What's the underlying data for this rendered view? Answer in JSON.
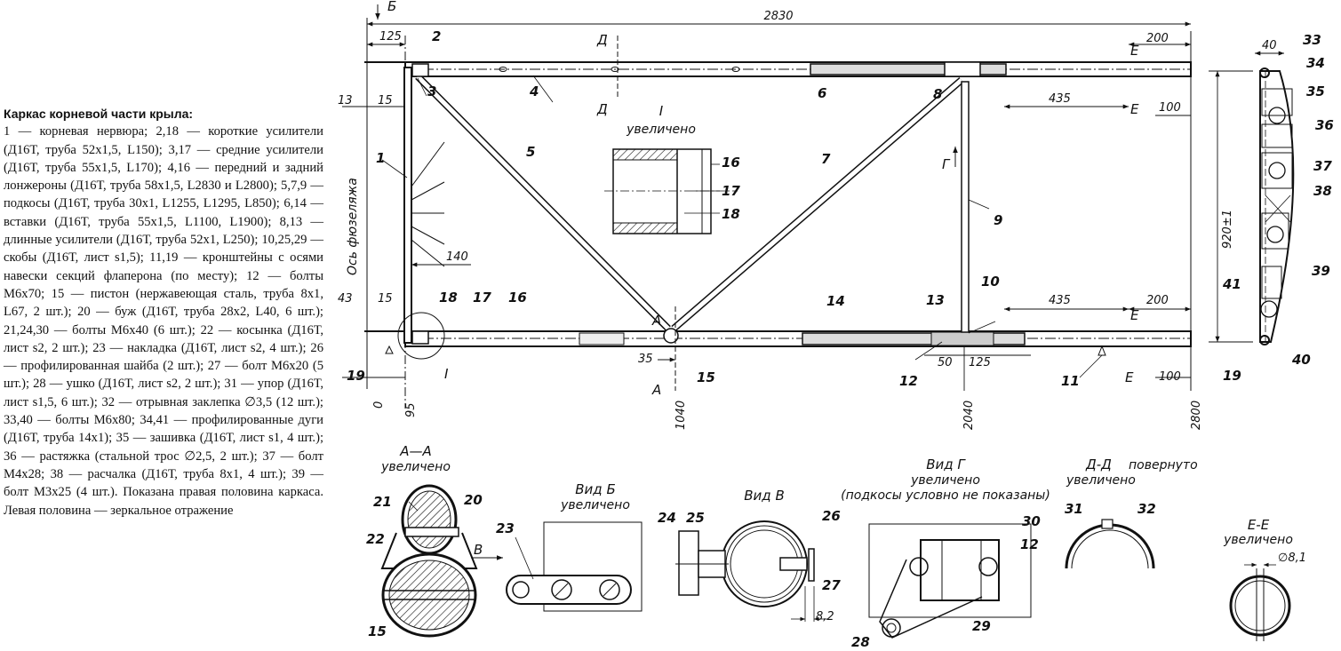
{
  "caption": {
    "title": "Каркас корневой части крыла:",
    "body": "1 — корневая нервюра; 2,18 — короткие усилители (Д16Т, труба 52x1,5, L150); 3,17 — средние усилители (Д16Т, труба 55x1,5, L170); 4,16 — передний и задний лонжероны (Д16Т, труба 58x1,5, L2830 и L2800); 5,7,9 — подкосы (Д16Т, труба 30x1, L1255, L1295, L850); 6,14 — вставки (Д16Т, труба 55x1,5, L1100, L1900); 8,13 — длинные усилители (Д16Т, труба 52x1, L250); 10,25,29 — скобы (Д16Т, лист s1,5); 11,19 — кронштейны с осями навески секций флаперона (по месту); 12 — болты М6x70; 15 — пистон (нержавеющая сталь, труба 8x1, L67, 2 шт.); 20 — буж (Д16Т, труба 28x2, L40, 6 шт.); 21,24,30 — болты М6x40 (6 шт.); 22 — косынка (Д16Т, лист s2, 2 шт.); 23 — накладка (Д16Т, лист s2, 4 шт.); 26 — профилированная шайба (2 шт.); 27 — болт М6x20 (5 шт.); 28 — ушко (Д16Т, лист s2, 2 шт.); 31 — упор (Д16Т, лист s1,5, 6 шт.); 32 — отрывная заклепка ∅3,5 (12 шт.); 33,40 — болты М6x80; 34,41 — профилированные дуги (Д16Т, труба 14x1); 35 — зашивка (Д16Т, лист s1, 4 шт.); 36 — растяжка (стальной трос ∅2,5, 2 шт.); 37 — болт М4x28; 38 — расчалка (Д16Т, труба 8x1, 4 шт.); 39 — болт М3x25 (4 шт.). Показана правая половина каркаса. Левая половина — зеркальное отражение"
  },
  "main": {
    "dims": {
      "total": "2830",
      "d125": "125",
      "d13": "13",
      "d15a": "15",
      "d15b": "15",
      "d43": "43",
      "d140": "140",
      "d200a": "200",
      "d200b": "200",
      "d435a": "435",
      "d435b": "435",
      "d100a": "100",
      "d100b": "100",
      "d35": "35",
      "d50": "50",
      "d125b": "125",
      "x0": "0",
      "x95": "95",
      "x1040": "1040",
      "x2040": "2040",
      "x2800": "2800"
    },
    "axis_label": "Ось фюзеляжа",
    "marks": {
      "b": "Б",
      "d1": "Д",
      "d2": "Д",
      "g": "Г",
      "a1": "А",
      "a2": "А",
      "e1": "Е",
      "e2": "Е",
      "e3": "Е",
      "e4": "Е",
      "v": "В"
    },
    "detail_title": "I",
    "detail_sub": "увеличено",
    "detail_mark": "I",
    "parts": {
      "p1": "1",
      "p2": "2",
      "p3": "3",
      "p4": "4",
      "p5": "5",
      "p6": "6",
      "p7": "7",
      "p8": "8",
      "p9": "9",
      "p10": "10",
      "p11": "11",
      "p12": "12",
      "p13": "13",
      "p14": "14",
      "p15": "15",
      "p16": "16",
      "p17": "17",
      "p18": "18",
      "p19": "19",
      "d16": "16",
      "d17": "17",
      "d18": "18"
    }
  },
  "rib": {
    "d40": "40",
    "d920": "920±1",
    "parts": {
      "p33": "33",
      "p34": "34",
      "p35": "35",
      "p36": "36",
      "p37": "37",
      "p38": "38",
      "p39": "39",
      "p40": "40",
      "p41": "41",
      "p19": "19"
    }
  },
  "views": {
    "aa": {
      "title": "А—А",
      "sub": "увеличено",
      "p21": "21",
      "p20": "20",
      "p22": "22",
      "p15": "15"
    },
    "vb": {
      "title": "Вид Б",
      "sub": "увеличено",
      "p23": "23",
      "arrow": "В"
    },
    "vv": {
      "title": "Вид В",
      "p24": "24",
      "p25": "25",
      "p26": "26",
      "p27": "27",
      "d82": "8,2"
    },
    "vg": {
      "title": "Вид Г",
      "sub": "увеличено",
      "note": "(подкосы условно не показаны)",
      "p30": "30",
      "p12": "12",
      "p28": "28",
      "p29": "29"
    },
    "dd": {
      "title": "Д-Д",
      "rot": "повернуто",
      "sub": "увеличено",
      "p31": "31",
      "p32": "32"
    },
    "ee": {
      "title": "Е-Е",
      "sub": "увеличено",
      "d81": "∅8,1"
    }
  }
}
